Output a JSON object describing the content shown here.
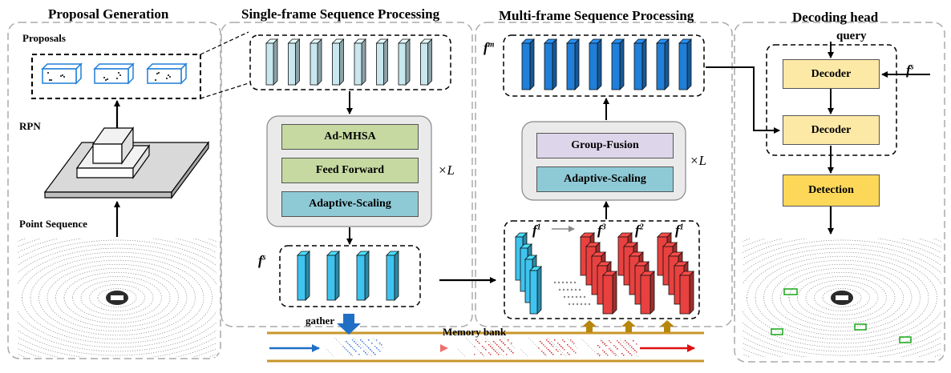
{
  "headers": {
    "proposal": "Proposal Generation",
    "single": "Single-frame Sequence Processing",
    "multi": "Multi-frame Sequence Processing",
    "decoding": "Decoding head"
  },
  "labels": {
    "proposals": "Proposals",
    "rpn": "RPN",
    "point_sequence": "Point Sequence",
    "gather": "gather",
    "memory_bank": "Memory bank",
    "query": "query"
  },
  "symbols": {
    "fm": "f",
    "fm_sup": "m",
    "fs": "f",
    "fs_sup": "s",
    "f1": "f",
    "f1_sup": "1",
    "f2": "f",
    "f2_sup": "2",
    "f3": "f",
    "f3_sup": "3",
    "times_l": "×L"
  },
  "blocks": {
    "ad_mhsa": "Ad-MHSA",
    "feed_forward": "Feed Forward",
    "adaptive_scaling": "Adaptive-Scaling",
    "group_fusion": "Group-Fusion",
    "decoder": "Decoder",
    "detection": "Detection"
  },
  "colors": {
    "green_block": "#c5d9a1",
    "teal_block": "#8ecad6",
    "lavender_block": "#ddd6ea",
    "yellow_block": "#fde9a6",
    "detection_block": "#fdd858",
    "light_blue_feature": "#c8e7ee",
    "cyan_feature": "#3fc3ef",
    "blue_feature": "#1f7fd9",
    "red_feature": "#e8413f",
    "gold_arrow": "#b8860b",
    "blue_arrow": "#1f6fc4",
    "red_arrow": "#e01010"
  }
}
